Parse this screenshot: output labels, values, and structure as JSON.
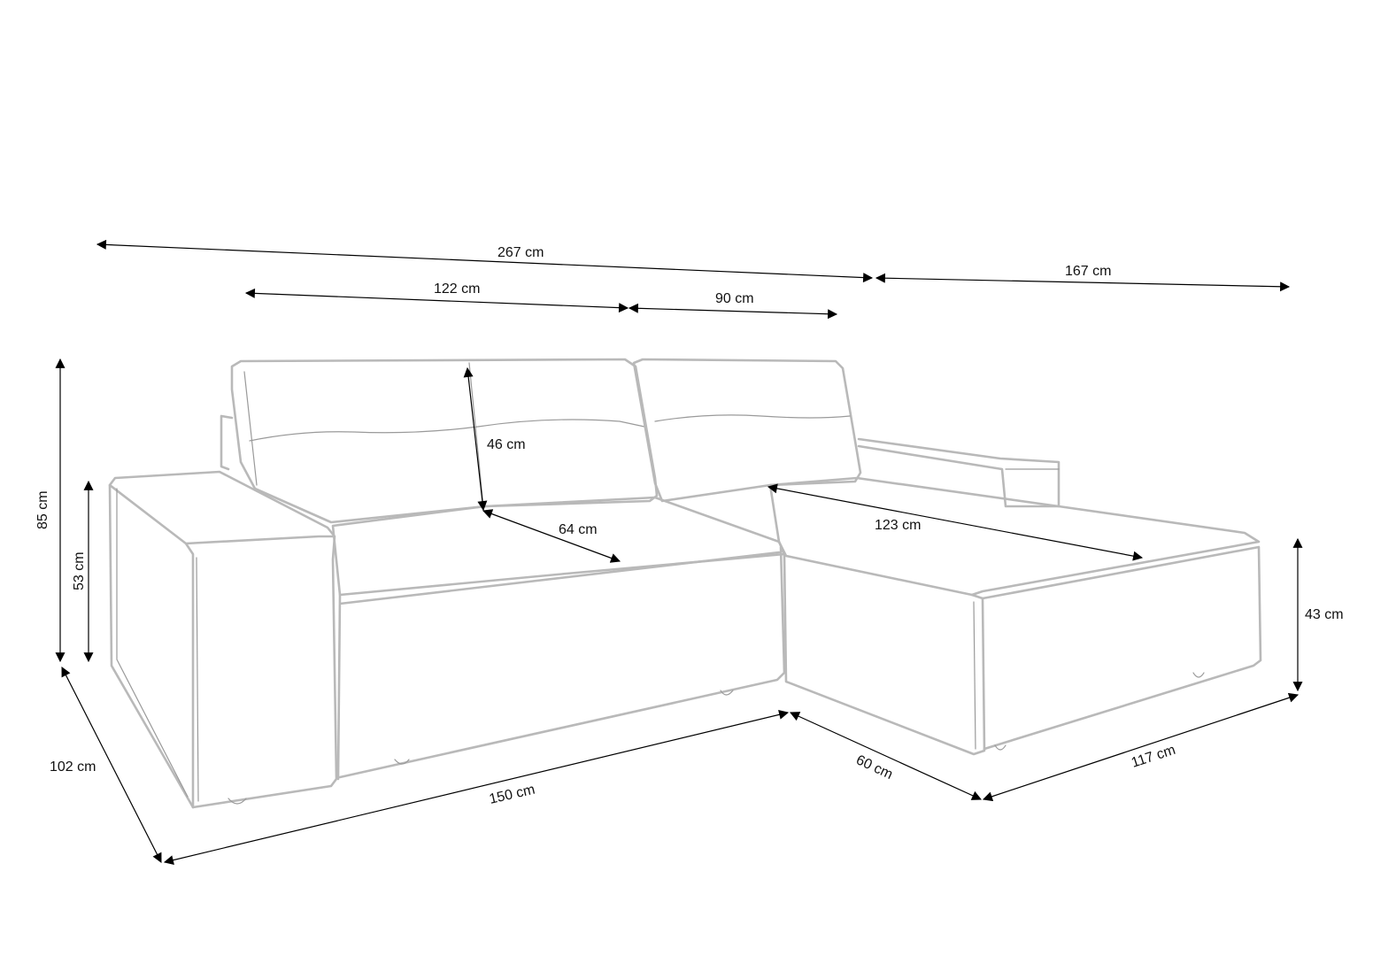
{
  "dimensions": {
    "total_width": "267 cm",
    "chaise_width": "167 cm",
    "back_left": "122 cm",
    "back_right": "90 cm",
    "back_height": "46 cm",
    "seat_depth": "64 cm",
    "sleep_length": "123 cm",
    "total_height": "85 cm",
    "armrest_height": "53 cm",
    "seat_height": "43 cm",
    "depth": "102 cm",
    "front_width": "150 cm",
    "chaise_depth": "60 cm",
    "chaise_front": "117 cm"
  }
}
